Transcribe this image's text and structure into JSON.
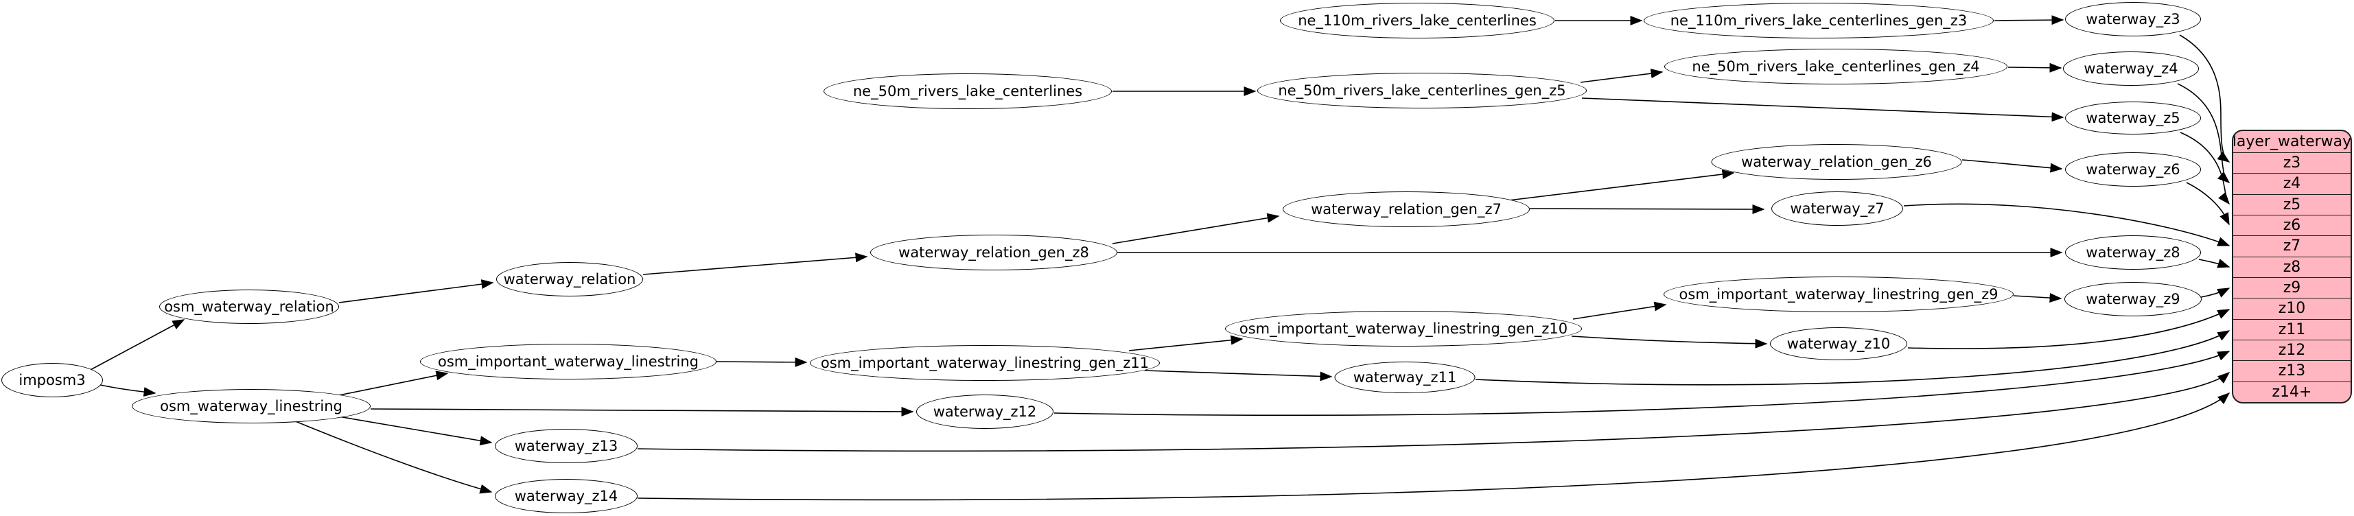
{
  "graph": {
    "background": "#ffffff",
    "colors": {
      "node_fill": "#ffffff",
      "node_stroke": "#000000",
      "edge": "#000000",
      "text": "#000000",
      "table_fill": "#ffb6c1",
      "table_stroke": "#1f1f1f"
    },
    "nodes": [
      {
        "id": "imposm3",
        "label": "imposm3"
      },
      {
        "id": "osm_waterway_relation",
        "label": "osm_waterway_relation"
      },
      {
        "id": "osm_waterway_linestring",
        "label": "osm_waterway_linestring"
      },
      {
        "id": "waterway_relation",
        "label": "waterway_relation"
      },
      {
        "id": "osm_important_waterway_linestring",
        "label": "osm_important_waterway_linestring"
      },
      {
        "id": "waterway_z13",
        "label": "waterway_z13"
      },
      {
        "id": "waterway_z14",
        "label": "waterway_z14"
      },
      {
        "id": "ne_50m_rivers_lake_centerlines",
        "label": "ne_50m_rivers_lake_centerlines"
      },
      {
        "id": "waterway_relation_gen_z8",
        "label": "waterway_relation_gen_z8"
      },
      {
        "id": "osm_important_waterway_linestring_gen_z11",
        "label": "osm_important_waterway_linestring_gen_z11"
      },
      {
        "id": "waterway_z12",
        "label": "waterway_z12"
      },
      {
        "id": "ne_110m_rivers_lake_centerlines",
        "label": "ne_110m_rivers_lake_centerlines"
      },
      {
        "id": "ne_50m_rivers_lake_centerlines_gen_z5",
        "label": "ne_50m_rivers_lake_centerlines_gen_z5"
      },
      {
        "id": "waterway_relation_gen_z7",
        "label": "waterway_relation_gen_z7"
      },
      {
        "id": "osm_important_waterway_linestring_gen_z10",
        "label": "osm_important_waterway_linestring_gen_z10"
      },
      {
        "id": "waterway_z11",
        "label": "waterway_z11"
      },
      {
        "id": "ne_110m_rivers_lake_centerlines_gen_z3",
        "label": "ne_110m_rivers_lake_centerlines_gen_z3"
      },
      {
        "id": "ne_50m_rivers_lake_centerlines_gen_z4",
        "label": "ne_50m_rivers_lake_centerlines_gen_z4"
      },
      {
        "id": "waterway_relation_gen_z6",
        "label": "waterway_relation_gen_z6"
      },
      {
        "id": "waterway_z7",
        "label": "waterway_z7"
      },
      {
        "id": "osm_important_waterway_linestring_gen_z9",
        "label": "osm_important_waterway_linestring_gen_z9"
      },
      {
        "id": "waterway_z10",
        "label": "waterway_z10"
      },
      {
        "id": "waterway_z3",
        "label": "waterway_z3"
      },
      {
        "id": "waterway_z4",
        "label": "waterway_z4"
      },
      {
        "id": "waterway_z5",
        "label": "waterway_z5"
      },
      {
        "id": "waterway_z6",
        "label": "waterway_z6"
      },
      {
        "id": "waterway_z8",
        "label": "waterway_z8"
      },
      {
        "id": "waterway_z9",
        "label": "waterway_z9"
      }
    ],
    "table": {
      "id": "layer_waterway",
      "title": "layer_waterway",
      "rows": [
        "z3",
        "z4",
        "z5",
        "z6",
        "z7",
        "z8",
        "z9",
        "z10",
        "z11",
        "z12",
        "z13",
        "z14+"
      ]
    },
    "edges": [
      {
        "from": "imposm3",
        "to": "osm_waterway_relation"
      },
      {
        "from": "imposm3",
        "to": "osm_waterway_linestring"
      },
      {
        "from": "osm_waterway_relation",
        "to": "waterway_relation"
      },
      {
        "from": "waterway_relation",
        "to": "waterway_relation_gen_z8"
      },
      {
        "from": "waterway_relation_gen_z8",
        "to": "waterway_relation_gen_z7"
      },
      {
        "from": "waterway_relation_gen_z8",
        "to": "waterway_z8"
      },
      {
        "from": "waterway_relation_gen_z7",
        "to": "waterway_relation_gen_z6"
      },
      {
        "from": "waterway_relation_gen_z7",
        "to": "waterway_z7"
      },
      {
        "from": "waterway_relation_gen_z6",
        "to": "waterway_z6"
      },
      {
        "from": "osm_waterway_linestring",
        "to": "osm_important_waterway_linestring"
      },
      {
        "from": "osm_important_waterway_linestring",
        "to": "osm_important_waterway_linestring_gen_z11"
      },
      {
        "from": "osm_important_waterway_linestring_gen_z11",
        "to": "osm_important_waterway_linestring_gen_z10"
      },
      {
        "from": "osm_important_waterway_linestring_gen_z11",
        "to": "waterway_z11"
      },
      {
        "from": "osm_important_waterway_linestring_gen_z10",
        "to": "osm_important_waterway_linestring_gen_z9"
      },
      {
        "from": "osm_important_waterway_linestring_gen_z10",
        "to": "waterway_z10"
      },
      {
        "from": "osm_important_waterway_linestring_gen_z9",
        "to": "waterway_z9"
      },
      {
        "from": "osm_waterway_linestring",
        "to": "waterway_z12"
      },
      {
        "from": "osm_waterway_linestring",
        "to": "waterway_z13"
      },
      {
        "from": "osm_waterway_linestring",
        "to": "waterway_z14"
      },
      {
        "from": "ne_110m_rivers_lake_centerlines",
        "to": "ne_110m_rivers_lake_centerlines_gen_z3"
      },
      {
        "from": "ne_110m_rivers_lake_centerlines_gen_z3",
        "to": "waterway_z3"
      },
      {
        "from": "ne_50m_rivers_lake_centerlines",
        "to": "ne_50m_rivers_lake_centerlines_gen_z5"
      },
      {
        "from": "ne_50m_rivers_lake_centerlines_gen_z5",
        "to": "ne_50m_rivers_lake_centerlines_gen_z4"
      },
      {
        "from": "ne_50m_rivers_lake_centerlines_gen_z5",
        "to": "waterway_z5"
      },
      {
        "from": "ne_50m_rivers_lake_centerlines_gen_z4",
        "to": "waterway_z4"
      },
      {
        "from": "waterway_z3",
        "to": "layer_waterway.z3"
      },
      {
        "from": "waterway_z4",
        "to": "layer_waterway.z4"
      },
      {
        "from": "waterway_z5",
        "to": "layer_waterway.z5"
      },
      {
        "from": "waterway_z6",
        "to": "layer_waterway.z6"
      },
      {
        "from": "waterway_z7",
        "to": "layer_waterway.z7"
      },
      {
        "from": "waterway_z8",
        "to": "layer_waterway.z8"
      },
      {
        "from": "waterway_z9",
        "to": "layer_waterway.z9"
      },
      {
        "from": "waterway_z10",
        "to": "layer_waterway.z10"
      },
      {
        "from": "waterway_z11",
        "to": "layer_waterway.z11"
      },
      {
        "from": "waterway_z12",
        "to": "layer_waterway.z12"
      },
      {
        "from": "waterway_z13",
        "to": "layer_waterway.z13"
      },
      {
        "from": "waterway_z14",
        "to": "layer_waterway.z14+"
      }
    ]
  }
}
